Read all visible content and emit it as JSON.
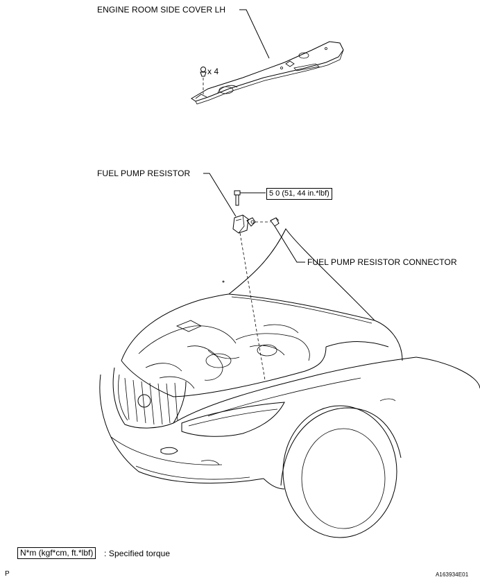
{
  "labels": {
    "cover": "ENGINE ROOM SIDE COVER LH",
    "clip_qty": "x 4",
    "resistor": "FUEL PUMP RESISTOR",
    "torque": "5 0 (51, 44 in.*lbf)",
    "connector": "FUEL PUMP RESISTOR CONNECTOR"
  },
  "legend": {
    "unit_box": "N*m (kgf*cm, ft.*lbf)",
    "desc": ": Specified torque"
  },
  "footer": {
    "left": "P",
    "code": "A163934E01"
  }
}
